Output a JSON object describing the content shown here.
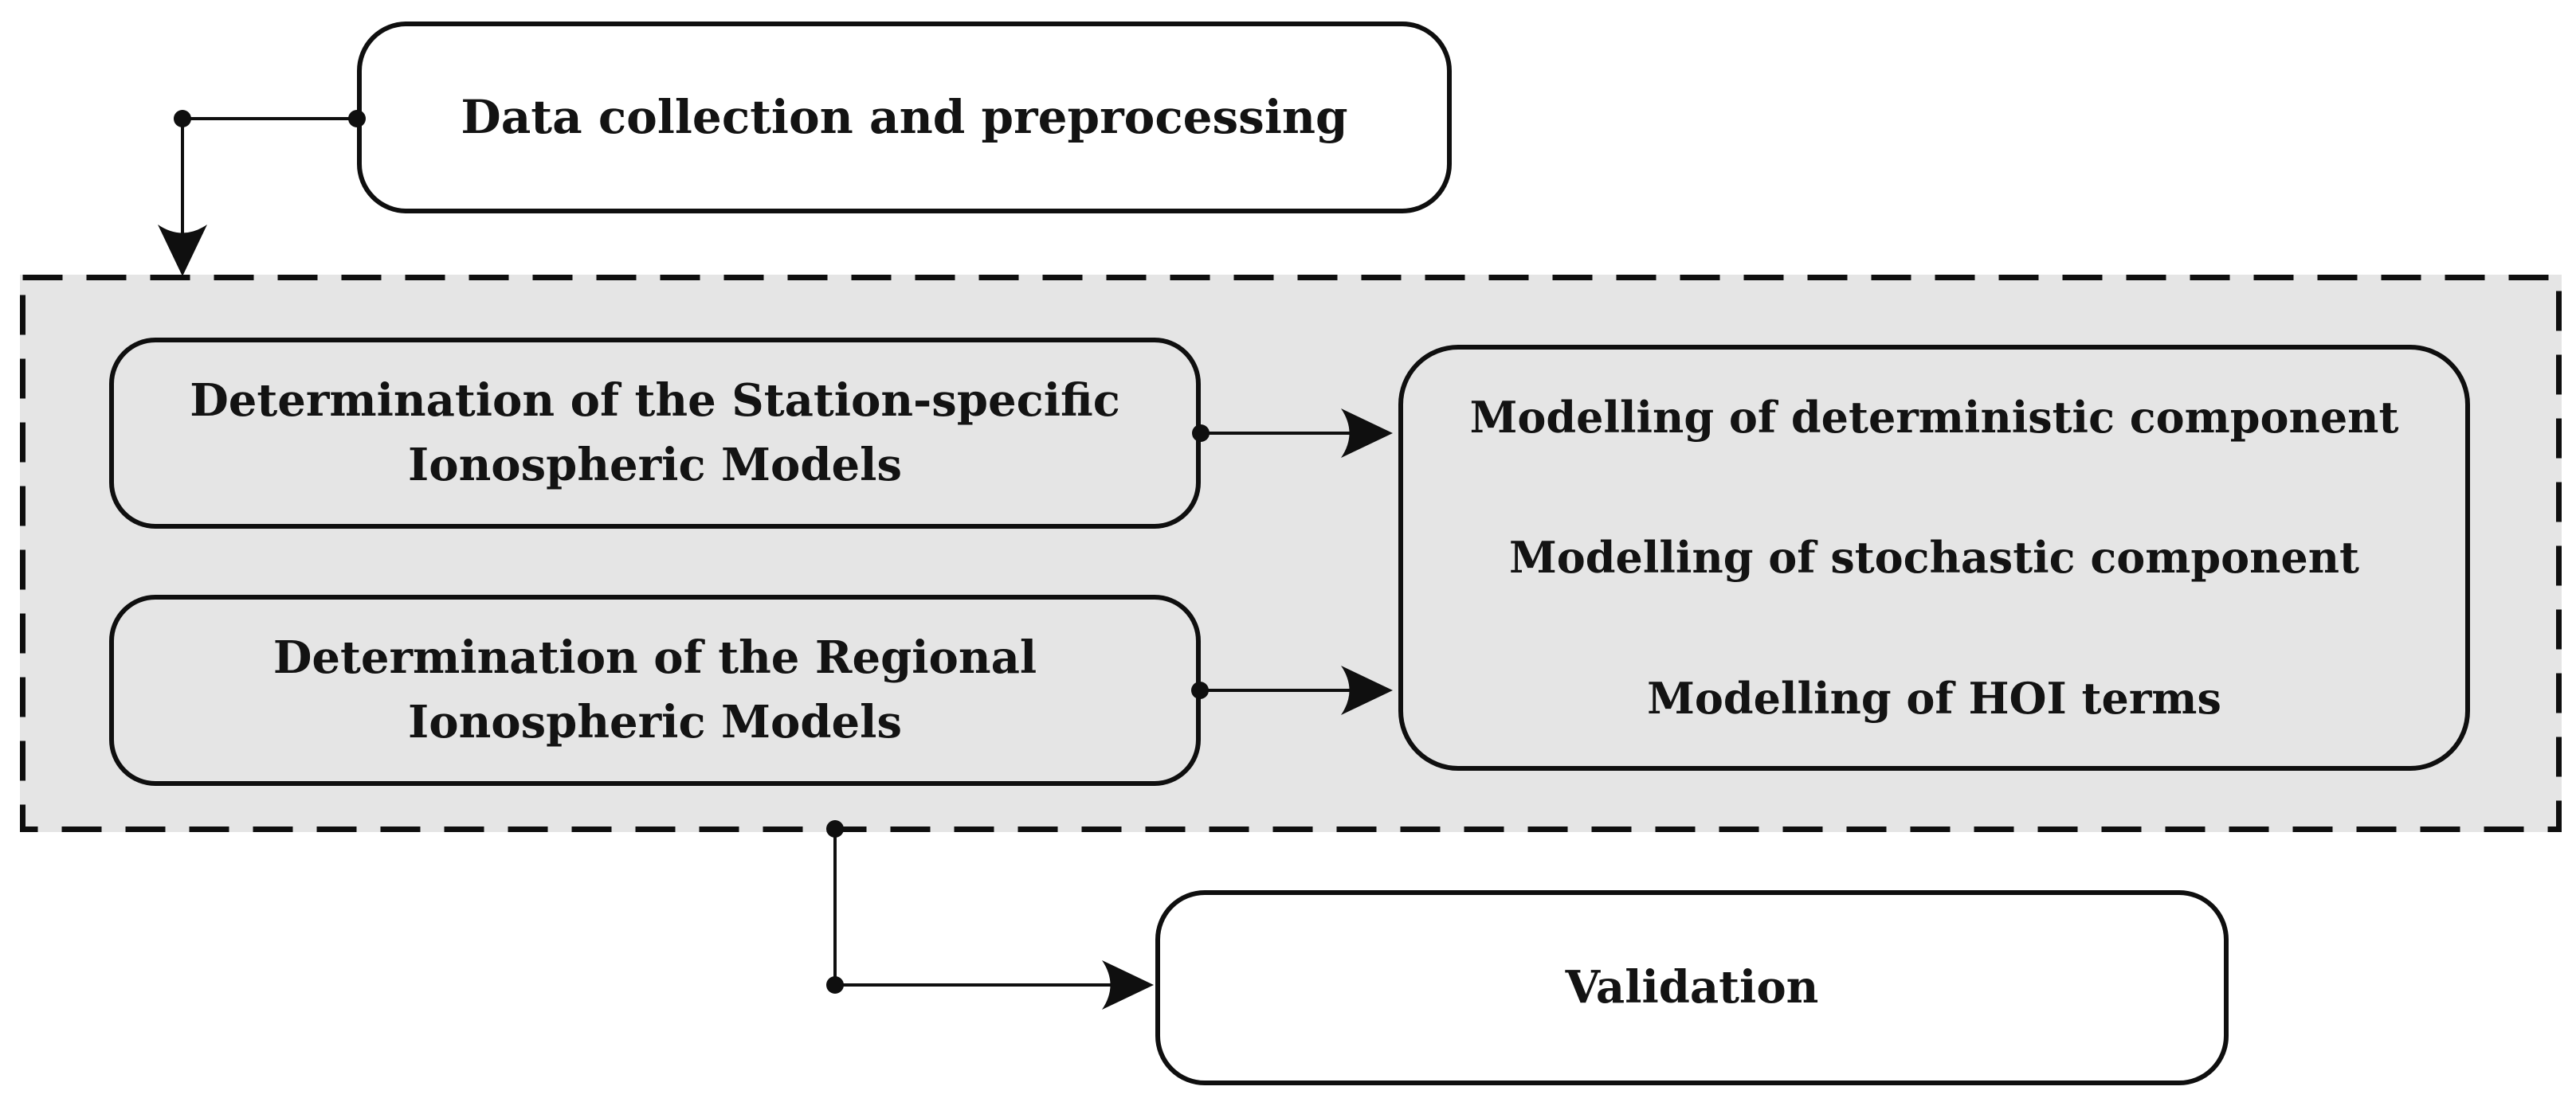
{
  "figure": {
    "type": "flowchart",
    "nodes": {
      "data_collection": {
        "label": "Data collection and preprocessing"
      },
      "station_specific": {
        "lines": [
          "Determination of the Station-specific",
          "Ionospheric Models"
        ]
      },
      "regional": {
        "lines": [
          "Determination of the Regional",
          "Ionospheric Models"
        ]
      },
      "modelling": {
        "lines": [
          "Modelling of deterministic component",
          "Modelling of stochastic component",
          "Modelling of HOI terms"
        ]
      },
      "validation": {
        "label": "Validation"
      }
    },
    "edges": [
      "data_collection -> dashed_container (elbow down arrow)",
      "station_specific -> modelling (right arrow)",
      "regional -> modelling (right arrow)",
      "dashed_container -> validation (elbow right arrow)"
    ],
    "colors": {
      "background": "#ffffff",
      "container_fill": "#e5e5e5",
      "stroke": "#0f0f0f",
      "node_fill": "#ffffff",
      "text": "#131313"
    }
  }
}
